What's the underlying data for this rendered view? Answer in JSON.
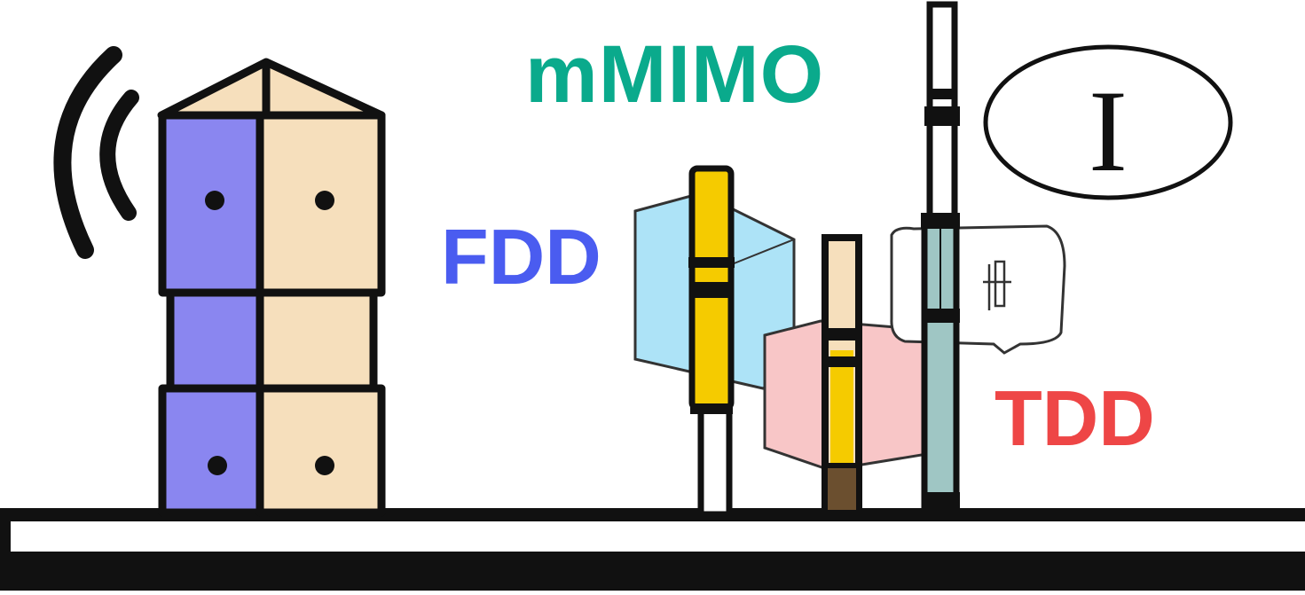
{
  "labels": {
    "mmimo": "mMIMO",
    "fdd": "FDD",
    "tdd": "TDD",
    "bubble_letter": "I"
  },
  "colors": {
    "mmimo": "#0aaa8c",
    "fdd": "#4a5cf0",
    "tdd": "#ee4646",
    "tower_left": "#8a86f0",
    "tower_right": "#f6dfbc",
    "box_blue": "#ade3f7",
    "box_pink": "#f8c6c7",
    "pole_yellow": "#f5cb00",
    "pole_teal": "#9fc6c4",
    "outline": "#111111"
  },
  "icons": {
    "tower": "base-station-tower-icon",
    "signal": "wireless-signal-icon",
    "bubble": "speech-bubble-icon"
  }
}
